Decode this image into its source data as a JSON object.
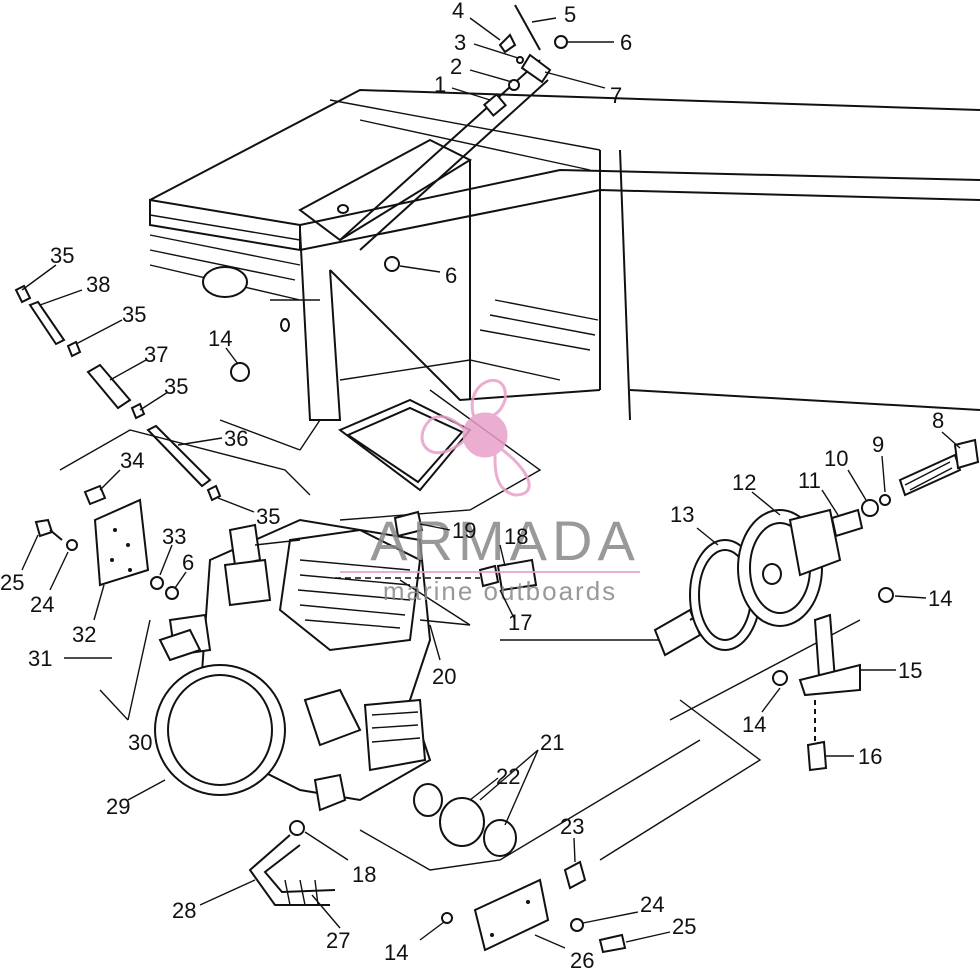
{
  "watermark": {
    "brand": "ARMADA",
    "tagline": "marine outboards",
    "logo_color": "#e8a0c8",
    "text_color": "#888888"
  },
  "callouts": [
    {
      "id": "c1",
      "text": "1"
    },
    {
      "id": "c2",
      "text": "2"
    },
    {
      "id": "c3",
      "text": "3"
    },
    {
      "id": "c4",
      "text": "4"
    },
    {
      "id": "c5",
      "text": "5"
    },
    {
      "id": "c6a",
      "text": "6"
    },
    {
      "id": "c7",
      "text": "7"
    },
    {
      "id": "c6b",
      "text": "6"
    },
    {
      "id": "c35a",
      "text": "35"
    },
    {
      "id": "c38",
      "text": "38"
    },
    {
      "id": "c35b",
      "text": "35"
    },
    {
      "id": "c37",
      "text": "37"
    },
    {
      "id": "c35c",
      "text": "35"
    },
    {
      "id": "c14a",
      "text": "14"
    },
    {
      "id": "c36",
      "text": "36"
    },
    {
      "id": "c34",
      "text": "34"
    },
    {
      "id": "c35d",
      "text": "35"
    },
    {
      "id": "c33",
      "text": "33"
    },
    {
      "id": "c6c",
      "text": "6"
    },
    {
      "id": "c25a",
      "text": "25"
    },
    {
      "id": "c24a",
      "text": "24"
    },
    {
      "id": "c32",
      "text": "32"
    },
    {
      "id": "c31",
      "text": "31"
    },
    {
      "id": "c30",
      "text": "30"
    },
    {
      "id": "c29",
      "text": "29"
    },
    {
      "id": "c19",
      "text": "19"
    },
    {
      "id": "c18a",
      "text": "18"
    },
    {
      "id": "c17",
      "text": "17"
    },
    {
      "id": "c20",
      "text": "20"
    },
    {
      "id": "c13",
      "text": "13"
    },
    {
      "id": "c12",
      "text": "12"
    },
    {
      "id": "c11",
      "text": "11"
    },
    {
      "id": "c10",
      "text": "10"
    },
    {
      "id": "c9",
      "text": "9"
    },
    {
      "id": "c8",
      "text": "8"
    },
    {
      "id": "c14b",
      "text": "14"
    },
    {
      "id": "c15",
      "text": "15"
    },
    {
      "id": "c14c",
      "text": "14"
    },
    {
      "id": "c16",
      "text": "16"
    },
    {
      "id": "c21",
      "text": "21"
    },
    {
      "id": "c22",
      "text": "22"
    },
    {
      "id": "c23",
      "text": "23"
    },
    {
      "id": "c18b",
      "text": "18"
    },
    {
      "id": "c28",
      "text": "28"
    },
    {
      "id": "c27",
      "text": "27"
    },
    {
      "id": "c14d",
      "text": "14"
    },
    {
      "id": "c24b",
      "text": "24"
    },
    {
      "id": "c25b",
      "text": "25"
    },
    {
      "id": "c26",
      "text": "26"
    }
  ]
}
